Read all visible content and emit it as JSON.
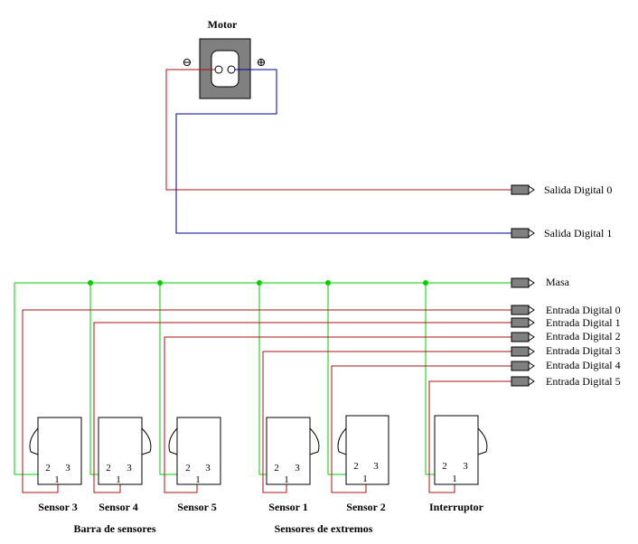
{
  "motor": {
    "title": "Motor",
    "minus_symbol": "⊖",
    "plus_symbol": "⊕"
  },
  "outputs": [
    {
      "id": "out0",
      "label": "Salida Digital 0",
      "wire_color": "#b01010"
    },
    {
      "id": "out1",
      "label": "Salida Digital 1",
      "wire_color": "#0000a0"
    }
  ],
  "ground": {
    "label": "Masa",
    "wire_color": "#00d000"
  },
  "inputs": [
    {
      "label": "Entrada Digital 0"
    },
    {
      "label": "Entrada Digital 1"
    },
    {
      "label": "Entrada Digital 2"
    },
    {
      "label": "Entrada Digital 3"
    },
    {
      "label": "Entrada Digital 4"
    },
    {
      "label": "Entrada Digital 5"
    }
  ],
  "input_wire_color": "#b01010",
  "sensors": [
    {
      "label": "Sensor 3",
      "pins": [
        "2",
        "3",
        "1"
      ]
    },
    {
      "label": "Sensor 4",
      "pins": [
        "2",
        "3",
        "1"
      ]
    },
    {
      "label": "Sensor 5",
      "pins": [
        "2",
        "3",
        "1"
      ]
    },
    {
      "label": "Sensor 1",
      "pins": [
        "2",
        "3",
        "1"
      ]
    },
    {
      "label": "Sensor 2",
      "pins": [
        "2",
        "3",
        "1"
      ]
    },
    {
      "label": "Interruptor",
      "pins": [
        "2",
        "3",
        "1"
      ]
    }
  ],
  "groups": [
    {
      "label": "Barra de sensores"
    },
    {
      "label": "Sensores de extremos"
    }
  ]
}
